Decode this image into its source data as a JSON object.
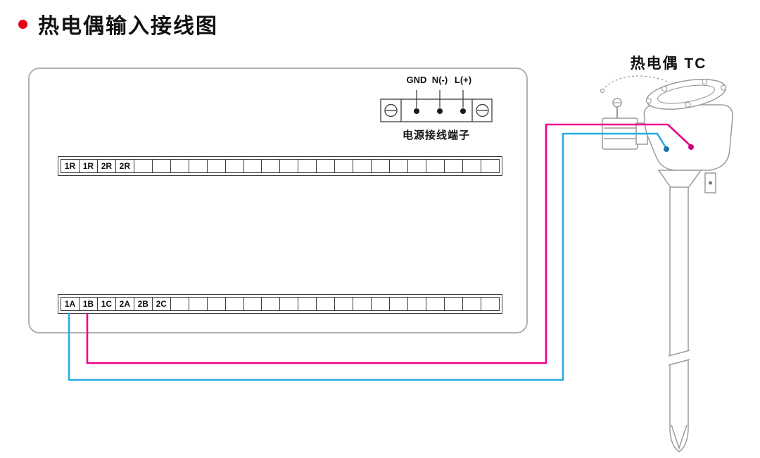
{
  "title": "热电偶输入接线图",
  "panel": {
    "power_block": {
      "labels": [
        "GND",
        "N(-)",
        "L(+)"
      ],
      "caption": "电源接线端子"
    },
    "upper_strip": {
      "cells": [
        "1R",
        "1R",
        "2R",
        "2R",
        "",
        "",
        "",
        "",
        "",
        "",
        "",
        "",
        "",
        "",
        "",
        "",
        "",
        "",
        "",
        "",
        "",
        "",
        "",
        ""
      ]
    },
    "lower_strip": {
      "cells": [
        "1A",
        "1B",
        "1C",
        "2A",
        "2B",
        "2C",
        "",
        "",
        "",
        "",
        "",
        "",
        "",
        "",
        "",
        "",
        "",
        "",
        "",
        "",
        "",
        "",
        "",
        ""
      ]
    }
  },
  "thermocouple": {
    "label": "热电偶 TC"
  },
  "colors": {
    "bullet_red": "#e60012",
    "wire_cyan": "#29abe2",
    "wire_magenta": "#ec008c",
    "terminal_dot_left": "#1b75a8",
    "terminal_dot_right": "#c4007a",
    "diagram_gray": "#9b9b9b"
  }
}
